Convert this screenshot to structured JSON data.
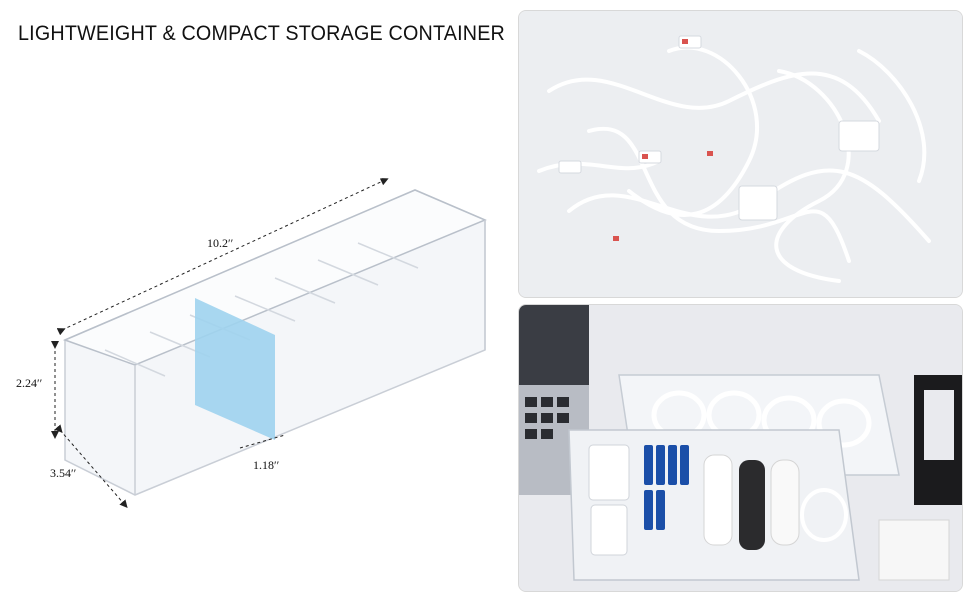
{
  "headline": "LIGHTWEIGHT & COMPACT STORAGE CONTAINER",
  "dimensions": {
    "length": "10.2′′",
    "height": "2.24′′",
    "width": "3.54′′",
    "divider": "1.18′′"
  },
  "photos": {
    "cables": {
      "icon": "usb-cables"
    },
    "organizer": {
      "icon": "filled-organizer"
    }
  },
  "colors": {
    "divider_highlight": "#9fd3ee",
    "container_edge": "#c9ced6",
    "battery_blue": "#1b4fa8"
  }
}
